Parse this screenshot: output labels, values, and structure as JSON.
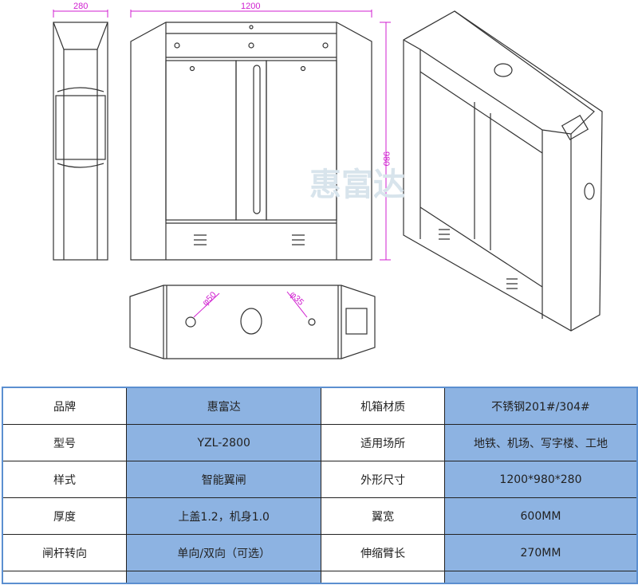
{
  "drawing": {
    "dimensions": {
      "depth": "280",
      "width": "1200",
      "height": "980"
    },
    "hole_labels": {
      "large": "φ50",
      "small": "φ35"
    },
    "watermark": "惠富达"
  },
  "specs": {
    "rows": [
      {
        "k1": "品牌",
        "v1": "惠富达",
        "k2": "机箱材质",
        "v2": "不锈钢201#/304#"
      },
      {
        "k1": "型号",
        "v1": "YZL-2800",
        "k2": "适用场所",
        "v2": "地铁、机场、写字楼、工地"
      },
      {
        "k1": "样式",
        "v1": "智能翼闸",
        "k2": "外形尺寸",
        "v2": "1200*980*280"
      },
      {
        "k1": "厚度",
        "v1": "上盖1.2，机身1.0",
        "k2": "翼宽",
        "v2": "600MM"
      },
      {
        "k1": "闸杆转向",
        "v1": "单向/双向（可选）",
        "k2": "伸缩臂长",
        "v2": "270MM"
      }
    ]
  }
}
